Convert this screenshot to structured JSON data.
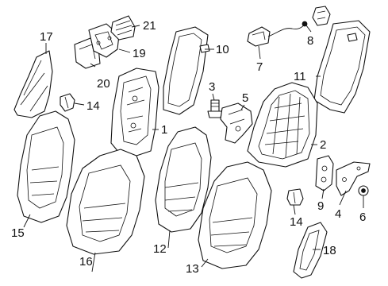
{
  "callouts": [
    "1",
    "2",
    "3",
    "4",
    "5",
    "6",
    "7",
    "8",
    "9",
    "10",
    "11",
    "12",
    "13",
    "14",
    "14",
    "15",
    "16",
    "17",
    "18",
    "19",
    "20",
    "21"
  ]
}
